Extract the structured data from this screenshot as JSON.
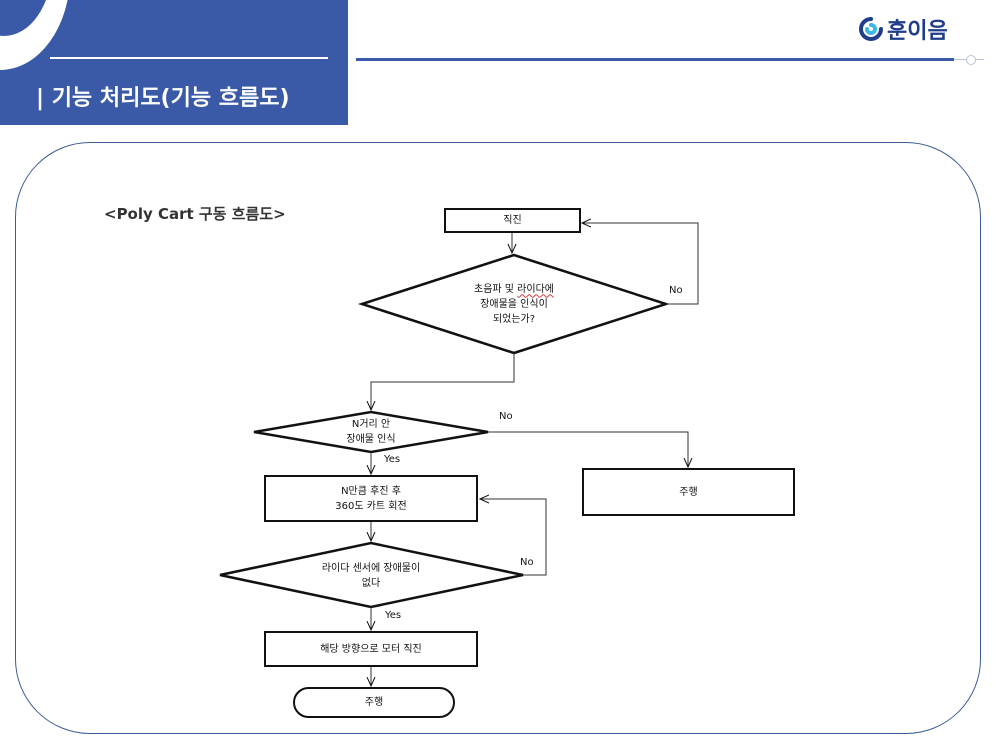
{
  "header": {
    "title": "| 기능 처리도(기능 흐름도)",
    "logo_text": "훈이음"
  },
  "colors": {
    "brand_blue": "#3a5aa8",
    "panel_border": "#3c5c95",
    "logo_text": "#1f3d8a"
  },
  "diagram": {
    "subtitle": "<Poly Cart 구동 흐름도>",
    "nodes": {
      "straight_top": "직진",
      "decision1_line1_pre": "초음파 및 ",
      "decision1_line1_sq": "라이다에",
      "decision1_line2": "장애물을 인식이",
      "decision1_line3": "되었는가?",
      "decision2_line1": "N거리 안",
      "decision2_line2": "장애물 인식",
      "reverse_line1": "N만큼 후진 후",
      "reverse_line2": "360도 카트 회전",
      "drive_right": "주행",
      "decision3_line1": "라이다 센서에 장애물이",
      "decision3_line2": "없다",
      "motor_straight": "해당 방향으로 모터 직진",
      "drive_end": "주행"
    },
    "labels": {
      "d1_no": "No",
      "d2_no": "No",
      "d2_yes": "Yes",
      "d3_no": "No",
      "d3_yes": "Yes"
    }
  }
}
